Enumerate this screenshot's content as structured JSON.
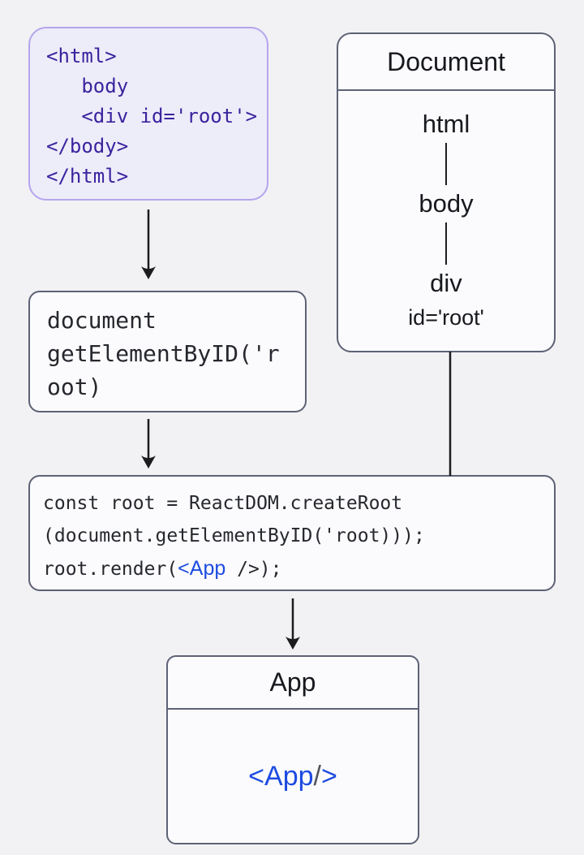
{
  "snippet_box": {
    "code": "<html>\n   body\n   <div id='root'>\n</body>\n</html>"
  },
  "document_box": {
    "title": "Document",
    "nodes": [
      "html",
      "body",
      "div"
    ],
    "attribute": "id='root'"
  },
  "get_element_box": {
    "code": "document\ngetElementByID('r\noot)"
  },
  "create_root_box": {
    "code_before": "const root = ReactDOM.createRoot\n(document.getElementByID('root)));\nroot.render(",
    "jsx": "<App",
    "code_after": " />);"
  },
  "app_box": {
    "title": "App",
    "jsx_open": "<App",
    "jsx_slash": " /",
    "jsx_close": ">"
  },
  "colors": {
    "page_background": "#f2f1f4",
    "snippet_background": "#edecf9",
    "snippet_border": "#b5a5ed",
    "snippet_text": "#3b239e",
    "box_background": "#fbfbfd",
    "box_border": "#5d6275",
    "code_text": "#26282e",
    "label_text": "#17191e",
    "accent_blue": "#1d4be0",
    "slash_gray": "#515459",
    "arrow": "#1c1c1e"
  }
}
